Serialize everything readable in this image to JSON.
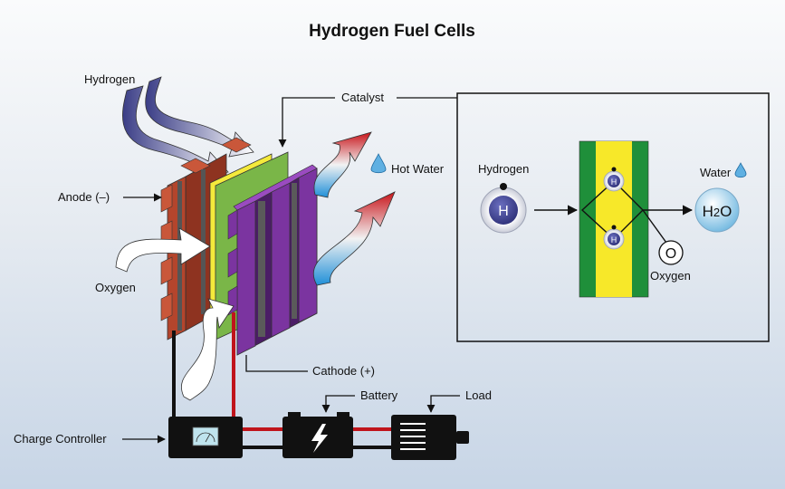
{
  "title": "Hydrogen Fuel Cells",
  "labels": {
    "hydrogen": "Hydrogen",
    "catalyst": "Catalyst",
    "anode": "Anode (–)",
    "oxygen": "Oxygen",
    "hot_water": "Hot Water",
    "cathode": "Cathode (+)",
    "battery": "Battery",
    "load": "Load",
    "charge_controller": "Charge Controller"
  },
  "inset": {
    "hydrogen_label": "Hydrogen",
    "hydrogen_symbol": "H",
    "proton_symbol": "H",
    "oxygen_symbol": "O",
    "oxygen_label": "Oxygen",
    "water_label": "Water",
    "water_formula_main": "H",
    "water_formula_sub": "2",
    "water_formula_end": "O"
  },
  "colors": {
    "anode": "#b4452c",
    "cathode": "#6a2a8c",
    "membrane": "#7ab648",
    "catalyst_yellow": "#f4ea3b",
    "inset_green": "#1f8f3a",
    "inset_yellow": "#f7e829",
    "hydrogen_atom": "#3c3f8c",
    "water_blue": "#8fc8e6",
    "wire_red": "#c0141c"
  }
}
